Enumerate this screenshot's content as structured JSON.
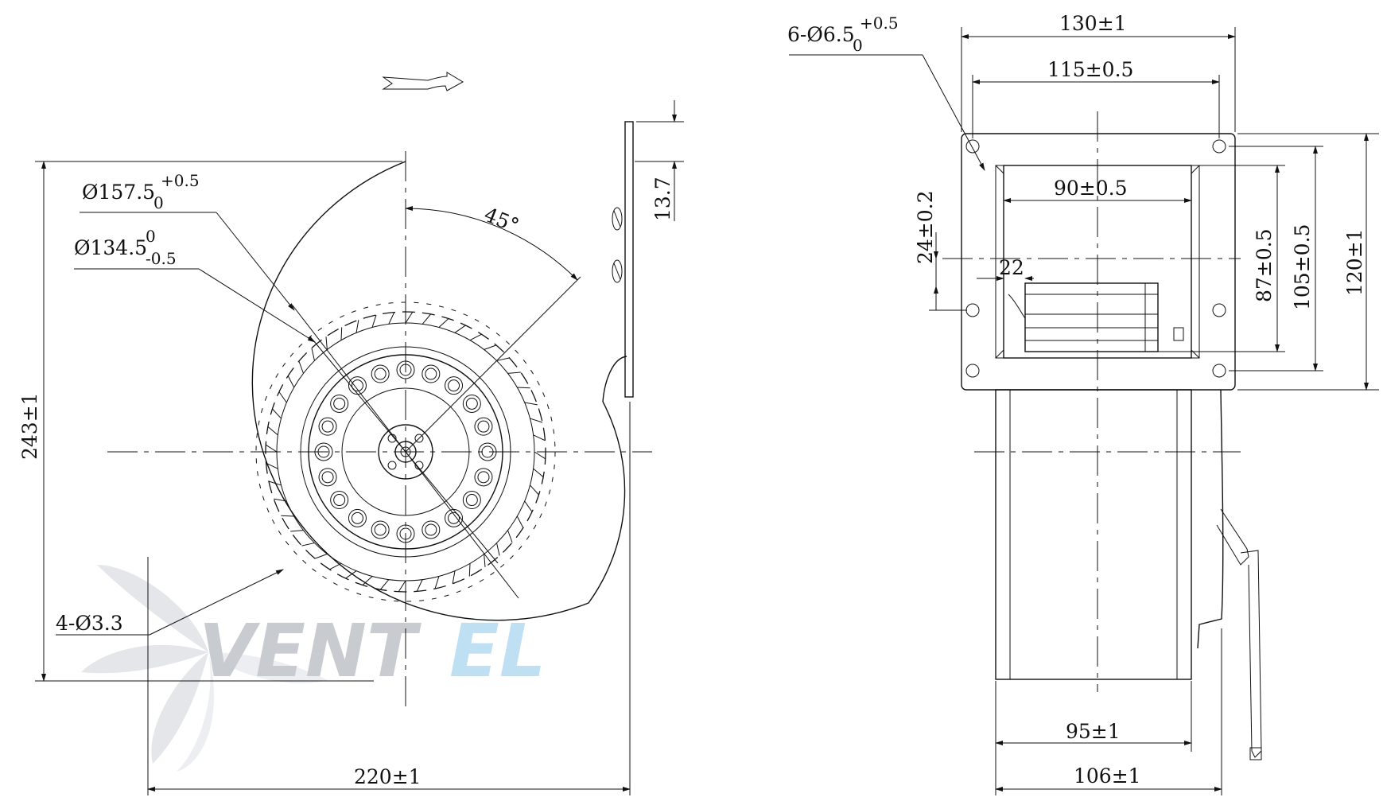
{
  "front_view": {
    "d_outer": "Ø157.5",
    "d_outer_tol_upper": "+0.5",
    "d_outer_tol_lower": "0",
    "d_inner": "Ø134.5",
    "d_inner_tol_upper": "0",
    "d_inner_tol_lower": "-0.5",
    "angle": "45°",
    "flange_depth": "13.7",
    "height": "243±1",
    "width": "220±1",
    "mount_holes": "4-Ø3.3"
  },
  "side_view": {
    "holes": "6-Ø6.5",
    "holes_tol_upper": "+0.5",
    "holes_tol_lower": "0",
    "flange_width": "130±1",
    "hole_pitch_x": "115±0.5",
    "outlet_width": "90±0.5",
    "offset": "24±0.2",
    "wire_offset": "22",
    "outlet_height": "87±0.5",
    "hole_pitch_y": "105±0.5",
    "flange_height": "120±1",
    "body_width": "95±1",
    "overall_width": "106±1"
  },
  "watermark": {
    "text_main": "VENT",
    "text_accent": "EL",
    "color_main": "#c8cbd0",
    "color_accent": "#bfe0f3"
  }
}
